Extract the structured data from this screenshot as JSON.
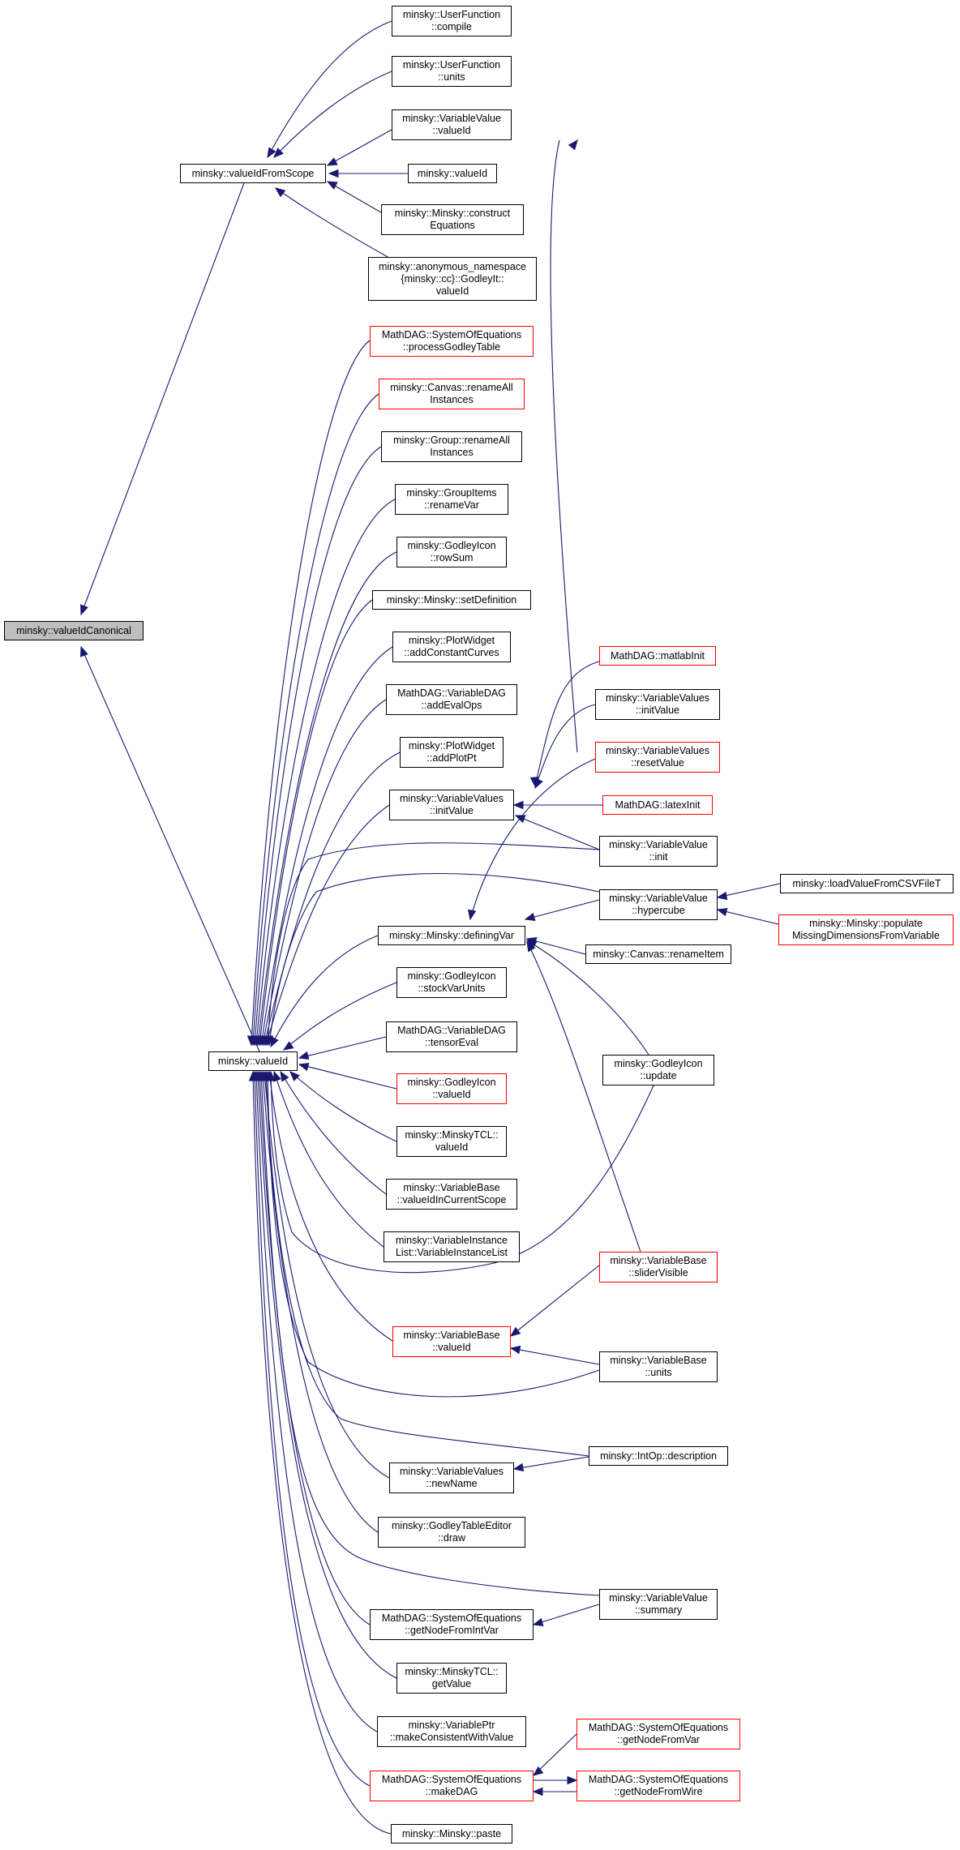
{
  "colors": {
    "edge": "#191970",
    "node_border": "#000000",
    "node_border_highlight": "#ff0000",
    "node_fill_root": "#bfbfbf"
  },
  "nodes": {
    "valueIdCanonical": [
      "minsky::valueIdCanonical"
    ],
    "valueIdFromScope": [
      "minsky::valueIdFromScope"
    ],
    "uf_compile": [
      "minsky::UserFunction",
      "::compile"
    ],
    "uf_units": [
      "minsky::UserFunction",
      "::units"
    ],
    "vv_valueId": [
      "minsky::VariableValue",
      "::valueId"
    ],
    "valueId_small": [
      "minsky::valueId"
    ],
    "construct_eq": [
      "minsky::Minsky::construct",
      "Equations"
    ],
    "anon_godley": [
      "minsky::anonymous_namespace",
      "{minsky::cc}::GodleyIt::",
      "valueId"
    ],
    "valueId": [
      "minsky::valueId"
    ],
    "process_godley": [
      "MathDAG::SystemOfEquations",
      "::processGodleyTable"
    ],
    "canvas_rename": [
      "minsky::Canvas::renameAll",
      "Instances"
    ],
    "group_rename": [
      "minsky::Group::renameAll",
      "Instances"
    ],
    "groupitems_rename": [
      "minsky::GroupItems",
      "::renameVar"
    ],
    "godleyicon_rowsum": [
      "minsky::GodleyIcon",
      "::rowSum"
    ],
    "set_definition": [
      "minsky::Minsky::setDefinition"
    ],
    "plot_constcurves": [
      "minsky::PlotWidget",
      "::addConstantCurves"
    ],
    "vardag_evalops": [
      "MathDAG::VariableDAG",
      "::addEvalOps"
    ],
    "plot_addplotpt": [
      "minsky::PlotWidget",
      "::addPlotPt"
    ],
    "vvs_initvalue_mid": [
      "minsky::VariableValues",
      "::initValue"
    ],
    "defining_var": [
      "minsky::Minsky::definingVar"
    ],
    "godley_stockunits": [
      "minsky::GodleyIcon",
      "::stockVarUnits"
    ],
    "vardag_tensoreval": [
      "MathDAG::VariableDAG",
      "::tensorEval"
    ],
    "godley_valueid": [
      "minsky::GodleyIcon",
      "::valueId"
    ],
    "minskytcl_valueid": [
      "minsky::MinskyTCL::",
      "valueId"
    ],
    "vb_incurrentscope": [
      "minsky::VariableBase",
      "::valueIdInCurrentScope"
    ],
    "vil_list": [
      "minsky::VariableInstance",
      "List::VariableInstanceList"
    ],
    "vb_valueid": [
      "minsky::VariableBase",
      "::valueId"
    ],
    "vvs_newname": [
      "minsky::VariableValues",
      "::newName"
    ],
    "gte_draw": [
      "minsky::GodleyTableEditor",
      "::draw"
    ],
    "soe_getnodefromintvar": [
      "MathDAG::SystemOfEquations",
      "::getNodeFromIntVar"
    ],
    "minskytcl_getvalue": [
      "minsky::MinskyTCL::",
      "getValue"
    ],
    "varptr_consistent": [
      "minsky::VariablePtr",
      "::makeConsistentWithValue"
    ],
    "soe_makedag": [
      "MathDAG::SystemOfEquations",
      "::makeDAG"
    ],
    "paste": [
      "minsky::Minsky::paste"
    ],
    "matlabinit": [
      "MathDAG::matlabInit"
    ],
    "vvs_initvalue_right": [
      "minsky::VariableValues",
      "::initValue"
    ],
    "vvs_resetvalue": [
      "minsky::VariableValues",
      "::resetValue"
    ],
    "latexinit": [
      "MathDAG::latexInit"
    ],
    "vv_init": [
      "minsky::VariableValue",
      "::init"
    ],
    "vv_hypercube": [
      "minsky::VariableValue",
      "::hypercube"
    ],
    "canvas_renameitem": [
      "minsky::Canvas::renameItem"
    ],
    "godley_update": [
      "minsky::GodleyIcon",
      "::update"
    ],
    "vb_slidervisible": [
      "minsky::VariableBase",
      "::sliderVisible"
    ],
    "vb_units": [
      "minsky::VariableBase",
      "::units"
    ],
    "intop_description": [
      "minsky::IntOp::description"
    ],
    "vv_summary": [
      "minsky::VariableValue",
      "::summary"
    ],
    "soe_getnodefromvar": [
      "MathDAG::SystemOfEquations",
      "::getNodeFromVar"
    ],
    "soe_getnodefromwire": [
      "MathDAG::SystemOfEquations",
      "::getNodeFromWire"
    ],
    "load_csv": [
      "minsky::loadValueFromCSVFileT"
    ],
    "populate_missing": [
      "minsky::Minsky::populate",
      "MissingDimensionsFromVariable"
    ]
  }
}
